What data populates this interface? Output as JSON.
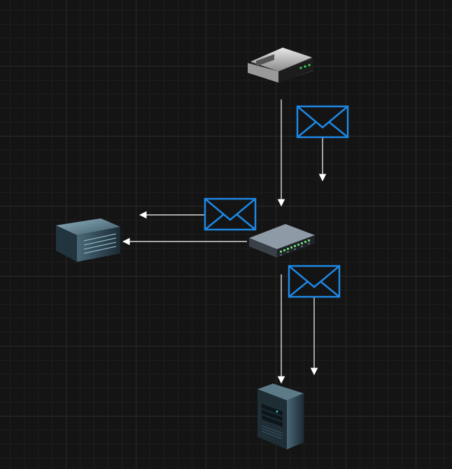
{
  "diagram": {
    "nodes": [
      {
        "id": "modem",
        "icon": "modem-icon"
      },
      {
        "id": "switch",
        "icon": "network-switch-icon"
      },
      {
        "id": "storage",
        "icon": "rack-server-icon"
      },
      {
        "id": "tower",
        "icon": "tower-server-icon"
      }
    ],
    "edges": [
      {
        "from": "modem",
        "to": "switch"
      },
      {
        "from": "switch",
        "to": "storage"
      },
      {
        "from": "switch",
        "to": "tower"
      }
    ],
    "messages": 3
  },
  "colors": {
    "background": "#141414",
    "grid_major": "#2a2a2a",
    "grid_minor": "#1e1e1e",
    "arrow": "#ffffff",
    "envelope": "#1e88e5"
  }
}
